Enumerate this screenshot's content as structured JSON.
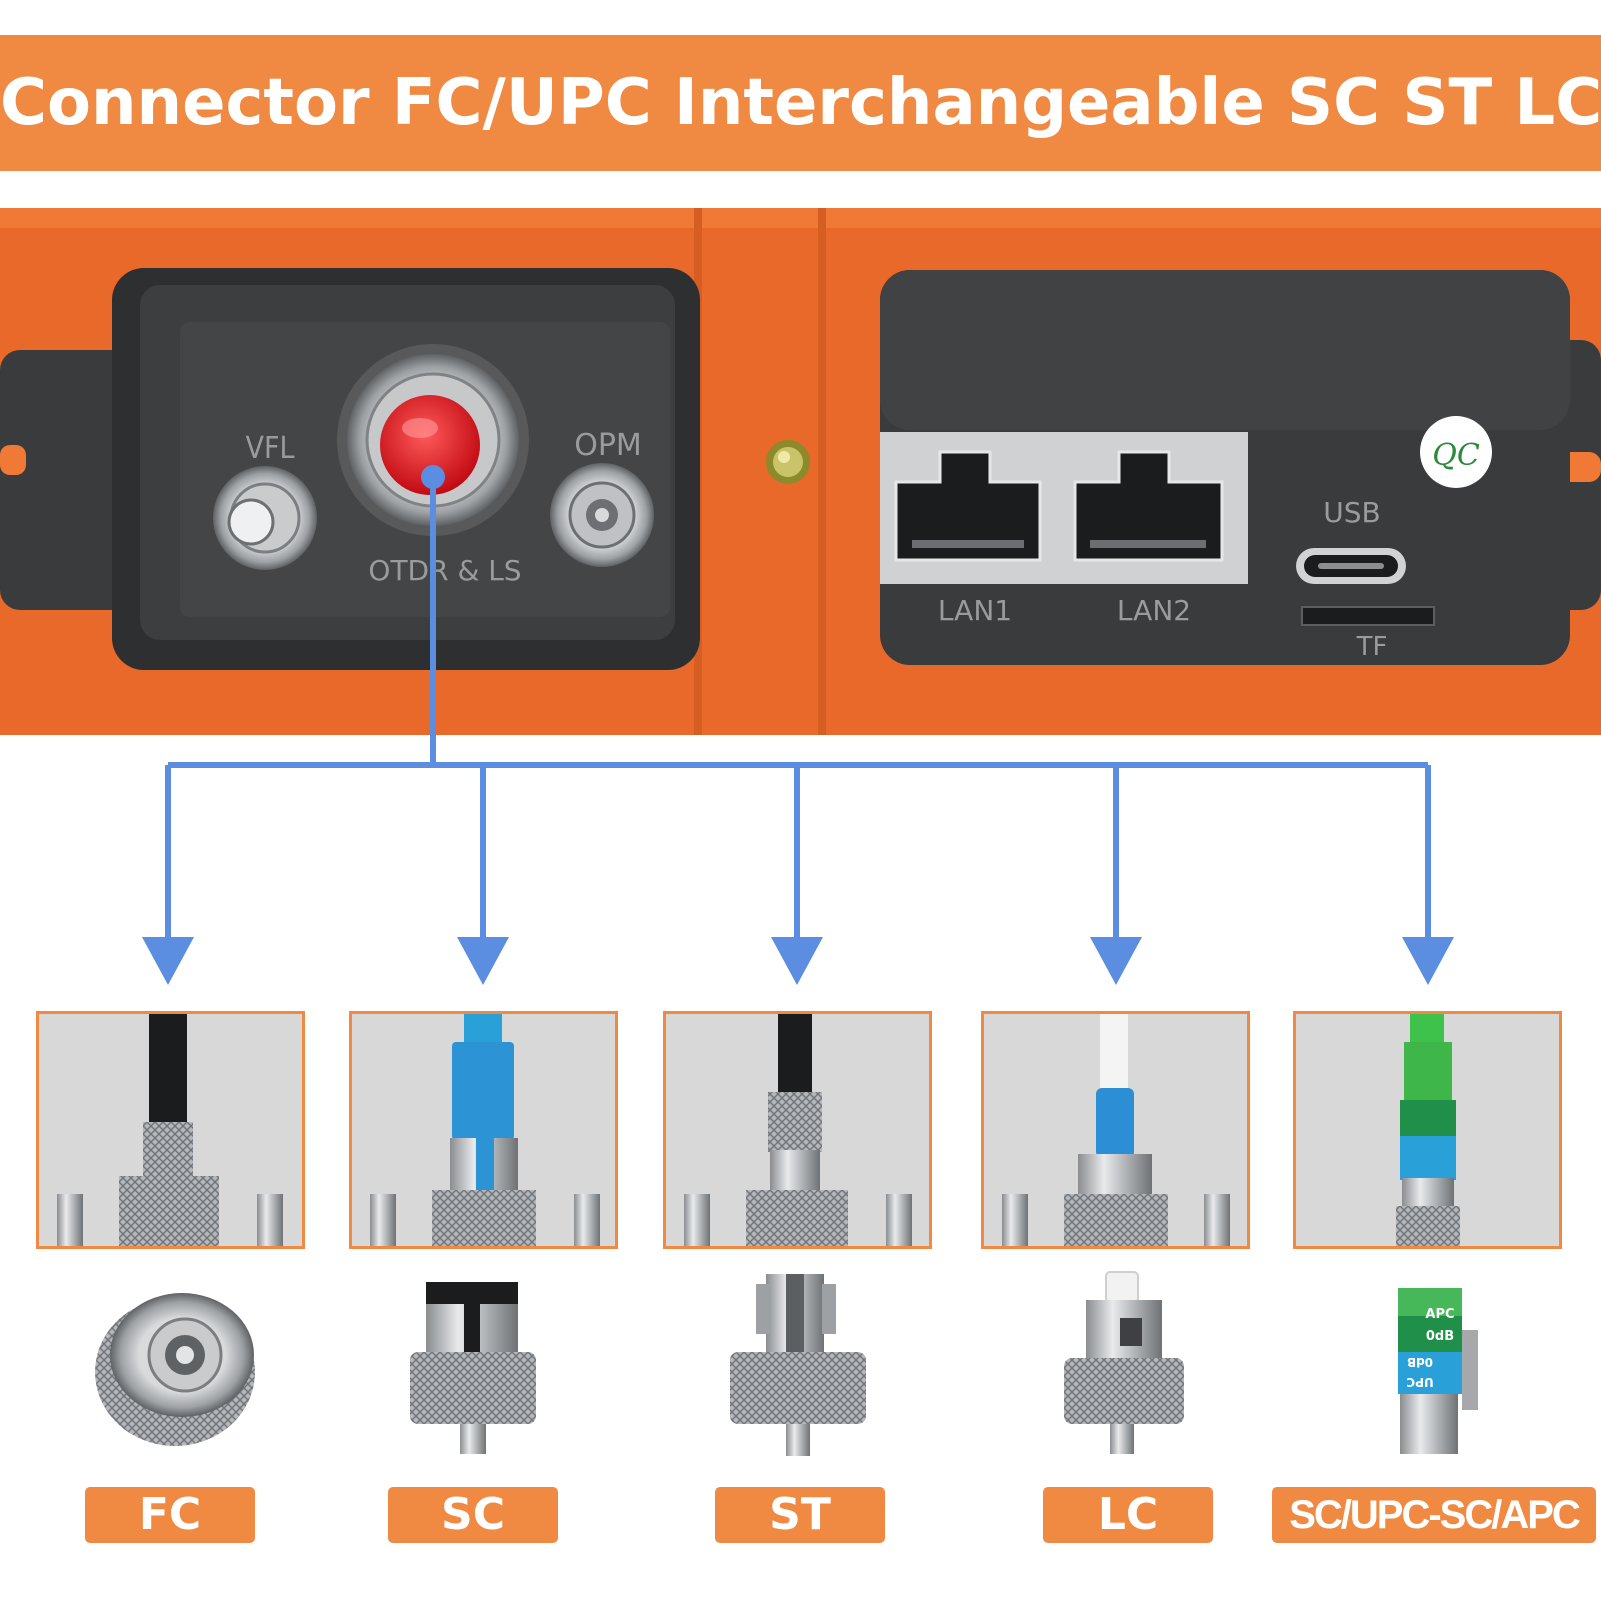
{
  "banner": {
    "title": "Connector FC/UPC Interchangeable SC ST LC"
  },
  "device": {
    "left_port_labels": {
      "vfl": "VFL",
      "otdr": "OTDR & LS",
      "opm": "OPM"
    },
    "right_port_labels": {
      "lan1": "LAN1",
      "lan2": "LAN2",
      "usb": "USB",
      "tf": "TF",
      "qc": "QC"
    },
    "colors": {
      "orange": "#e8692a",
      "banner": "#f08a42",
      "panel": "#3a3b3d",
      "arrow": "#5b8de0",
      "red_port": "#e0141e"
    }
  },
  "connectors": [
    {
      "id": "fc",
      "label": "FC"
    },
    {
      "id": "sc",
      "label": "SC"
    },
    {
      "id": "st",
      "label": "ST"
    },
    {
      "id": "lc",
      "label": "LC"
    },
    {
      "id": "scapc",
      "label": "SC/UPC-SC/APC"
    }
  ],
  "attenuator": {
    "apc_text": "APC",
    "db_text": "0dB",
    "upc_text": "UPC",
    "db_text_2": "0dB"
  }
}
